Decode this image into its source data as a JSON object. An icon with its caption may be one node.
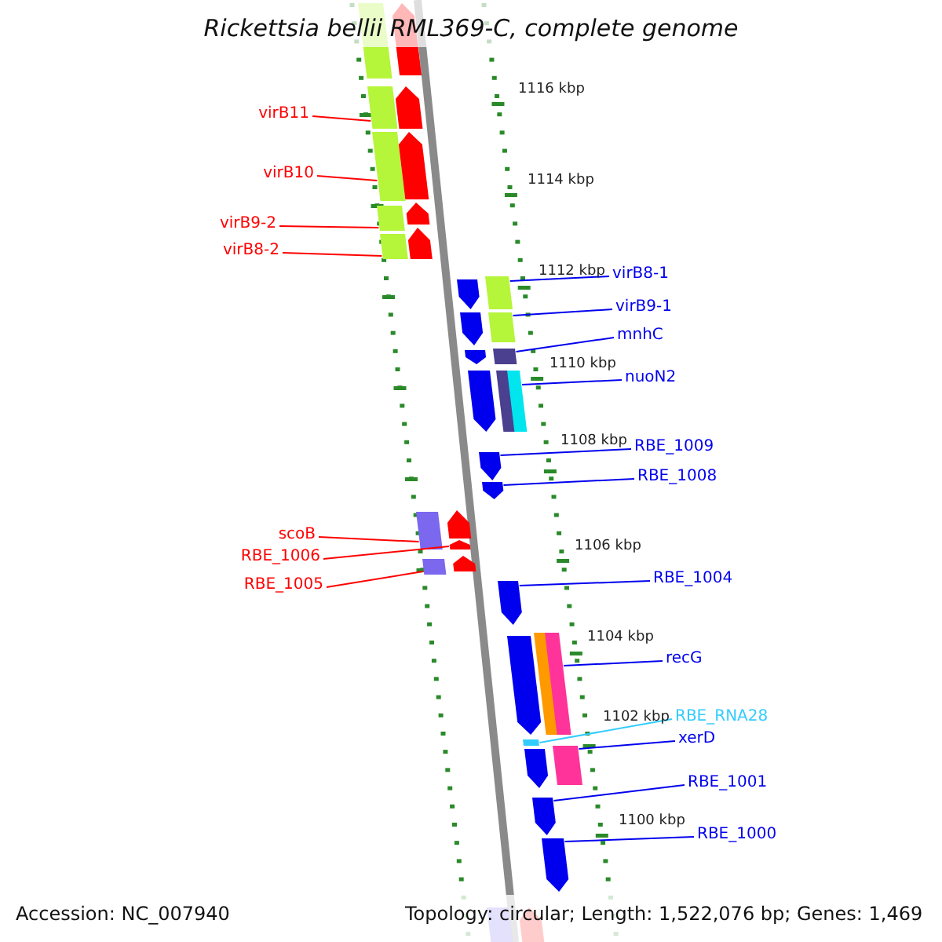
{
  "diagram": {
    "title": "Rickettsia bellii RML369-C, complete genome",
    "nodes": [
      {
        "text": [
          "virB11"
        ]
      },
      {
        "text": [
          "virB10"
        ]
      },
      {
        "text": [
          "virB9-2"
        ]
      },
      {
        "text": [
          "virB8-2"
        ]
      },
      {
        "text": [
          "virB8-1"
        ]
      },
      {
        "text": [
          "virB9-1"
        ]
      },
      {
        "text": [
          "mnhC"
        ]
      },
      {
        "text": [
          "nuoN2"
        ]
      },
      {
        "text": [
          "RBE_1009"
        ]
      },
      {
        "text": [
          "RBE_1008"
        ]
      },
      {
        "text": [
          "scoB"
        ]
      },
      {
        "text": [
          "RBE_1006"
        ]
      },
      {
        "text": [
          "RBE_1005"
        ]
      },
      {
        "text": [
          "RBE_1004"
        ]
      },
      {
        "text": [
          "recG"
        ]
      },
      {
        "text": [
          "RBE_RNA28"
        ]
      },
      {
        "text": [
          "xerD"
        ]
      },
      {
        "text": [
          "RBE_1001"
        ]
      },
      {
        "text": [
          "RBE_1000"
        ]
      },
      {
        "text": [],
        "shape": "box"
      },
      {
        "text": [],
        "shape": "arrow"
      },
      {
        "text": [],
        "shape": "box"
      },
      {
        "text": [],
        "shape": "arrow"
      },
      {
        "text": [],
        "shape": "box"
      },
      {
        "text": [],
        "shape": "arrow"
      },
      {
        "text": [],
        "shape": "box"
      },
      {
        "text": [],
        "shape": "box"
      },
      {
        "text": [],
        "shape": "arrow"
      },
      {
        "text": [],
        "shape": "arrow"
      },
      {
        "text": [],
        "shape": "arrow"
      },
      {
        "text": [],
        "shape": "arrow"
      },
      {
        "text": [],
        "shape": "arrow"
      },
      {
        "text": [],
        "shape": "box"
      },
      {
        "text": [],
        "shape": "box"
      },
      {
        "text": [],
        "shape": "box"
      },
      {
        "text": [],
        "shape": "arrow"
      },
      {
        "text": [],
        "shape": "box"
      },
      {
        "text": [],
        "shape": "box"
      },
      {
        "text": [],
        "shape": "arrow"
      },
      {
        "text": [],
        "shape": "arrow"
      },
      {
        "text": [],
        "shape": "box"
      },
      {
        "text": [],
        "shape": "arrow"
      },
      {
        "text": [],
        "shape": "arrow"
      },
      {
        "text": [],
        "shape": "box"
      },
      {
        "text": [],
        "shape": "arrow"
      },
      {
        "text": [],
        "shape": "arrow"
      },
      {
        "text": [],
        "shape": "arrow"
      },
      {
        "text": [],
        "shape": "box"
      },
      {
        "text": [],
        "shape": "box"
      },
      {
        "text": [],
        "shape": "box"
      },
      {
        "text": [],
        "shape": "arrow"
      },
      {
        "text": [],
        "shape": "box"
      },
      {
        "text": [],
        "shape": "arrow"
      },
      {
        "text": [],
        "shape": "arrow"
      },
      {
        "text": [],
        "shape": "box"
      },
      {
        "text": [],
        "shape": "arrow"
      }
    ],
    "edges": [
      {
        "from": 0,
        "to": 21,
        "arrow": "none",
        "color": "#ff0000"
      },
      {
        "from": 1,
        "to": 23,
        "arrow": "none",
        "color": "#ff0000"
      },
      {
        "from": 2,
        "to": 25,
        "arrow": "none",
        "color": "#ff0000"
      },
      {
        "from": 3,
        "to": 26,
        "arrow": "none",
        "color": "#ff0000"
      },
      {
        "from": 4,
        "to": 32,
        "arrow": "none"
      },
      {
        "from": 5,
        "to": 33,
        "arrow": "none"
      },
      {
        "from": 6,
        "to": 34,
        "arrow": "none"
      },
      {
        "from": 7,
        "to": 37,
        "arrow": "none"
      },
      {
        "from": 8,
        "to": 38,
        "arrow": "none"
      },
      {
        "from": 9,
        "to": 39,
        "arrow": "none"
      },
      {
        "from": 10,
        "to": 40,
        "arrow": "none",
        "color": "#ff0000"
      },
      {
        "from": 11,
        "to": 42,
        "arrow": "none",
        "color": "#ff0000"
      },
      {
        "from": 12,
        "to": 43,
        "arrow": "none",
        "color": "#ff0000"
      },
      {
        "from": 13,
        "to": 45,
        "arrow": "none"
      },
      {
        "from": 14,
        "to": 48,
        "arrow": "none"
      },
      {
        "from": 15,
        "to": 49,
        "arrow": "none",
        "color": "#33ccff"
      },
      {
        "from": 16,
        "to": 51,
        "arrow": "none"
      },
      {
        "from": 17,
        "to": 52,
        "arrow": "none"
      },
      {
        "from": 18,
        "to": 53,
        "arrow": "none"
      }
    ],
    "labels": [
      "1116 kbp",
      "1114 kbp",
      "1112 kbp",
      "1110 kbp",
      "1108 kbp",
      "1106 kbp",
      "1104 kbp",
      "1102 kbp",
      "1100 kbp",
      "Accession: NC_007940",
      "Topology: circular; Length: 1,522,076 bp; Genes: 1,469"
    ]
  }
}
